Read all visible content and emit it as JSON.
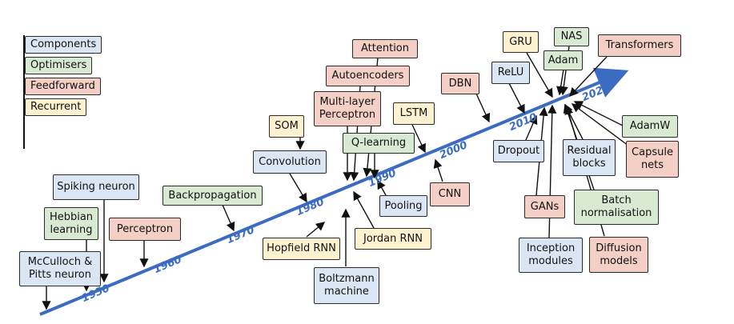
{
  "legend": {
    "components": "Components",
    "optimisers": "Optimisers",
    "feedforward": "Feedforward",
    "recurrent": "Recurrent"
  },
  "colors": {
    "components": "#dae6f3",
    "optimisers": "#d9ead3",
    "feedforward": "#f3cfc6",
    "recurrent": "#fdf2cf",
    "timeline": "#3b6cc1"
  },
  "years": [
    "1950",
    "1960",
    "1970",
    "1980",
    "1990",
    "2000",
    "2010",
    "2020"
  ],
  "nodes": {
    "mcculloch_pitts": "McCulloch &\nPitts neuron",
    "hebbian": "Hebbian\nlearning",
    "spiking": "Spiking neuron",
    "perceptron": "Perceptron",
    "backprop": "Backpropagation",
    "hopfield": "Hopfield RNN",
    "boltzmann": "Boltzmann\nmachine",
    "convolution": "Convolution",
    "som": "SOM",
    "mlp": "Multi-layer\nPerceptron",
    "autoencoders": "Autoencoders",
    "attention": "Attention",
    "qlearning": "Q-learning",
    "lstm": "LSTM",
    "pooling": "Pooling",
    "jordan": "Jordan RNN",
    "cnn": "CNN",
    "dbn": "DBN",
    "relu": "ReLU",
    "dropout": "Dropout",
    "gru": "GRU",
    "nas": "NAS",
    "adam": "Adam",
    "transformers": "Transformers",
    "adamw": "AdamW",
    "capsule": "Capsule\nnets",
    "residual": "Residual\nblocks",
    "batchnorm": "Batch\nnormalisation",
    "gans": "GANs",
    "inception": "Inception\nmodules",
    "diffusion": "Diffusion\nmodels"
  }
}
